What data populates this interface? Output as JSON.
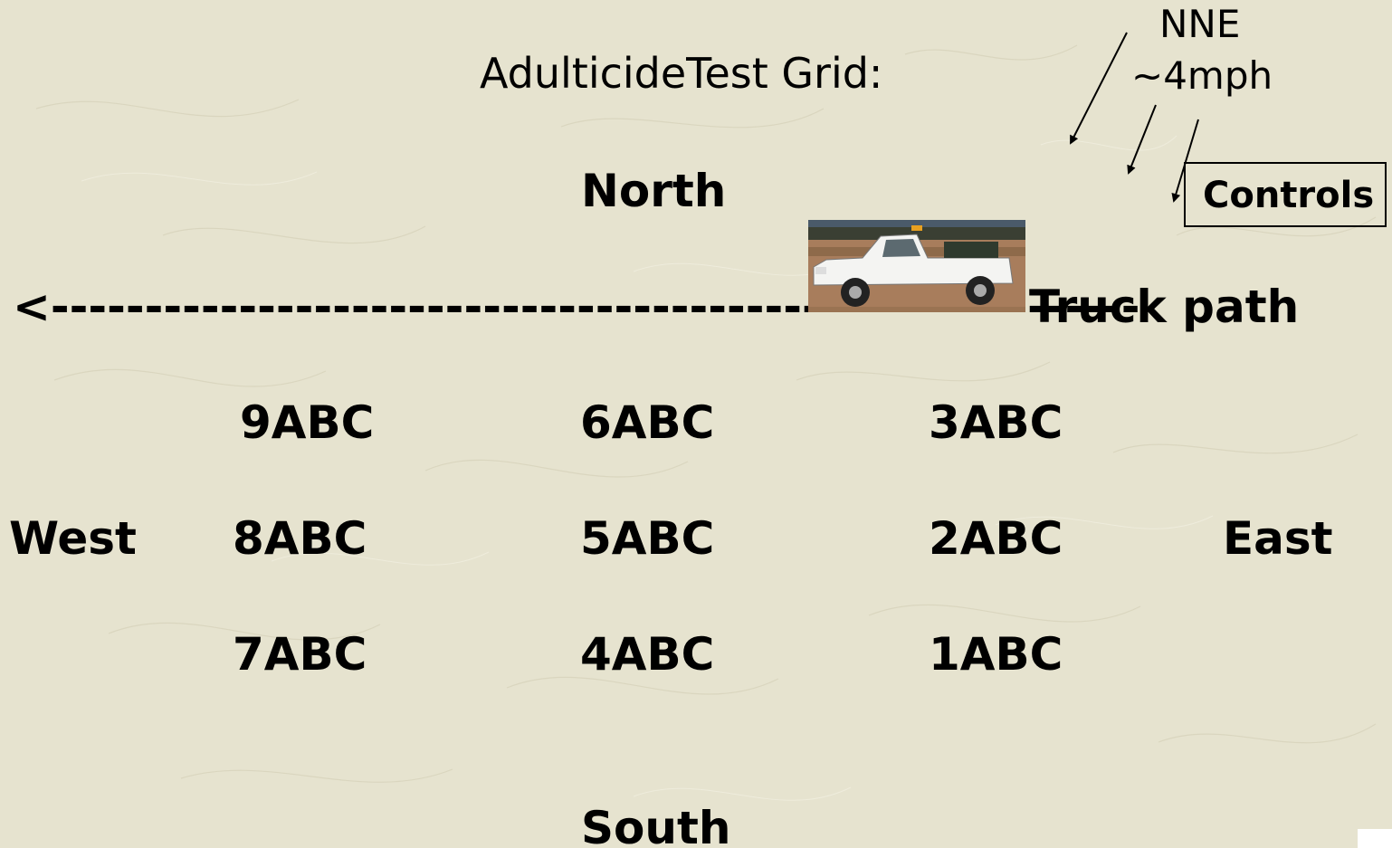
{
  "slide": {
    "title": "AdulticideTest Grid:",
    "wind": {
      "direction": "NNE",
      "speed": "~4mph"
    },
    "controls_label": "Controls",
    "compass": {
      "north": "North",
      "south": "South",
      "west": "West",
      "east": "East"
    },
    "truck_path": {
      "line": "<----------------------------------------------------------",
      "label": "Truck path"
    },
    "plots": {
      "row1": [
        "9ABC",
        "6ABC",
        "3ABC"
      ],
      "row2": [
        "8ABC",
        "5ABC",
        "2ABC"
      ],
      "row3": [
        "7ABC",
        "4ABC",
        "1ABC"
      ]
    },
    "colors": {
      "background": "#e6e3cf",
      "truck": "#f4f4f2",
      "sky": "#4a5a6a",
      "ground": "#a87d5c"
    },
    "photo": "white-pickup-truck"
  }
}
